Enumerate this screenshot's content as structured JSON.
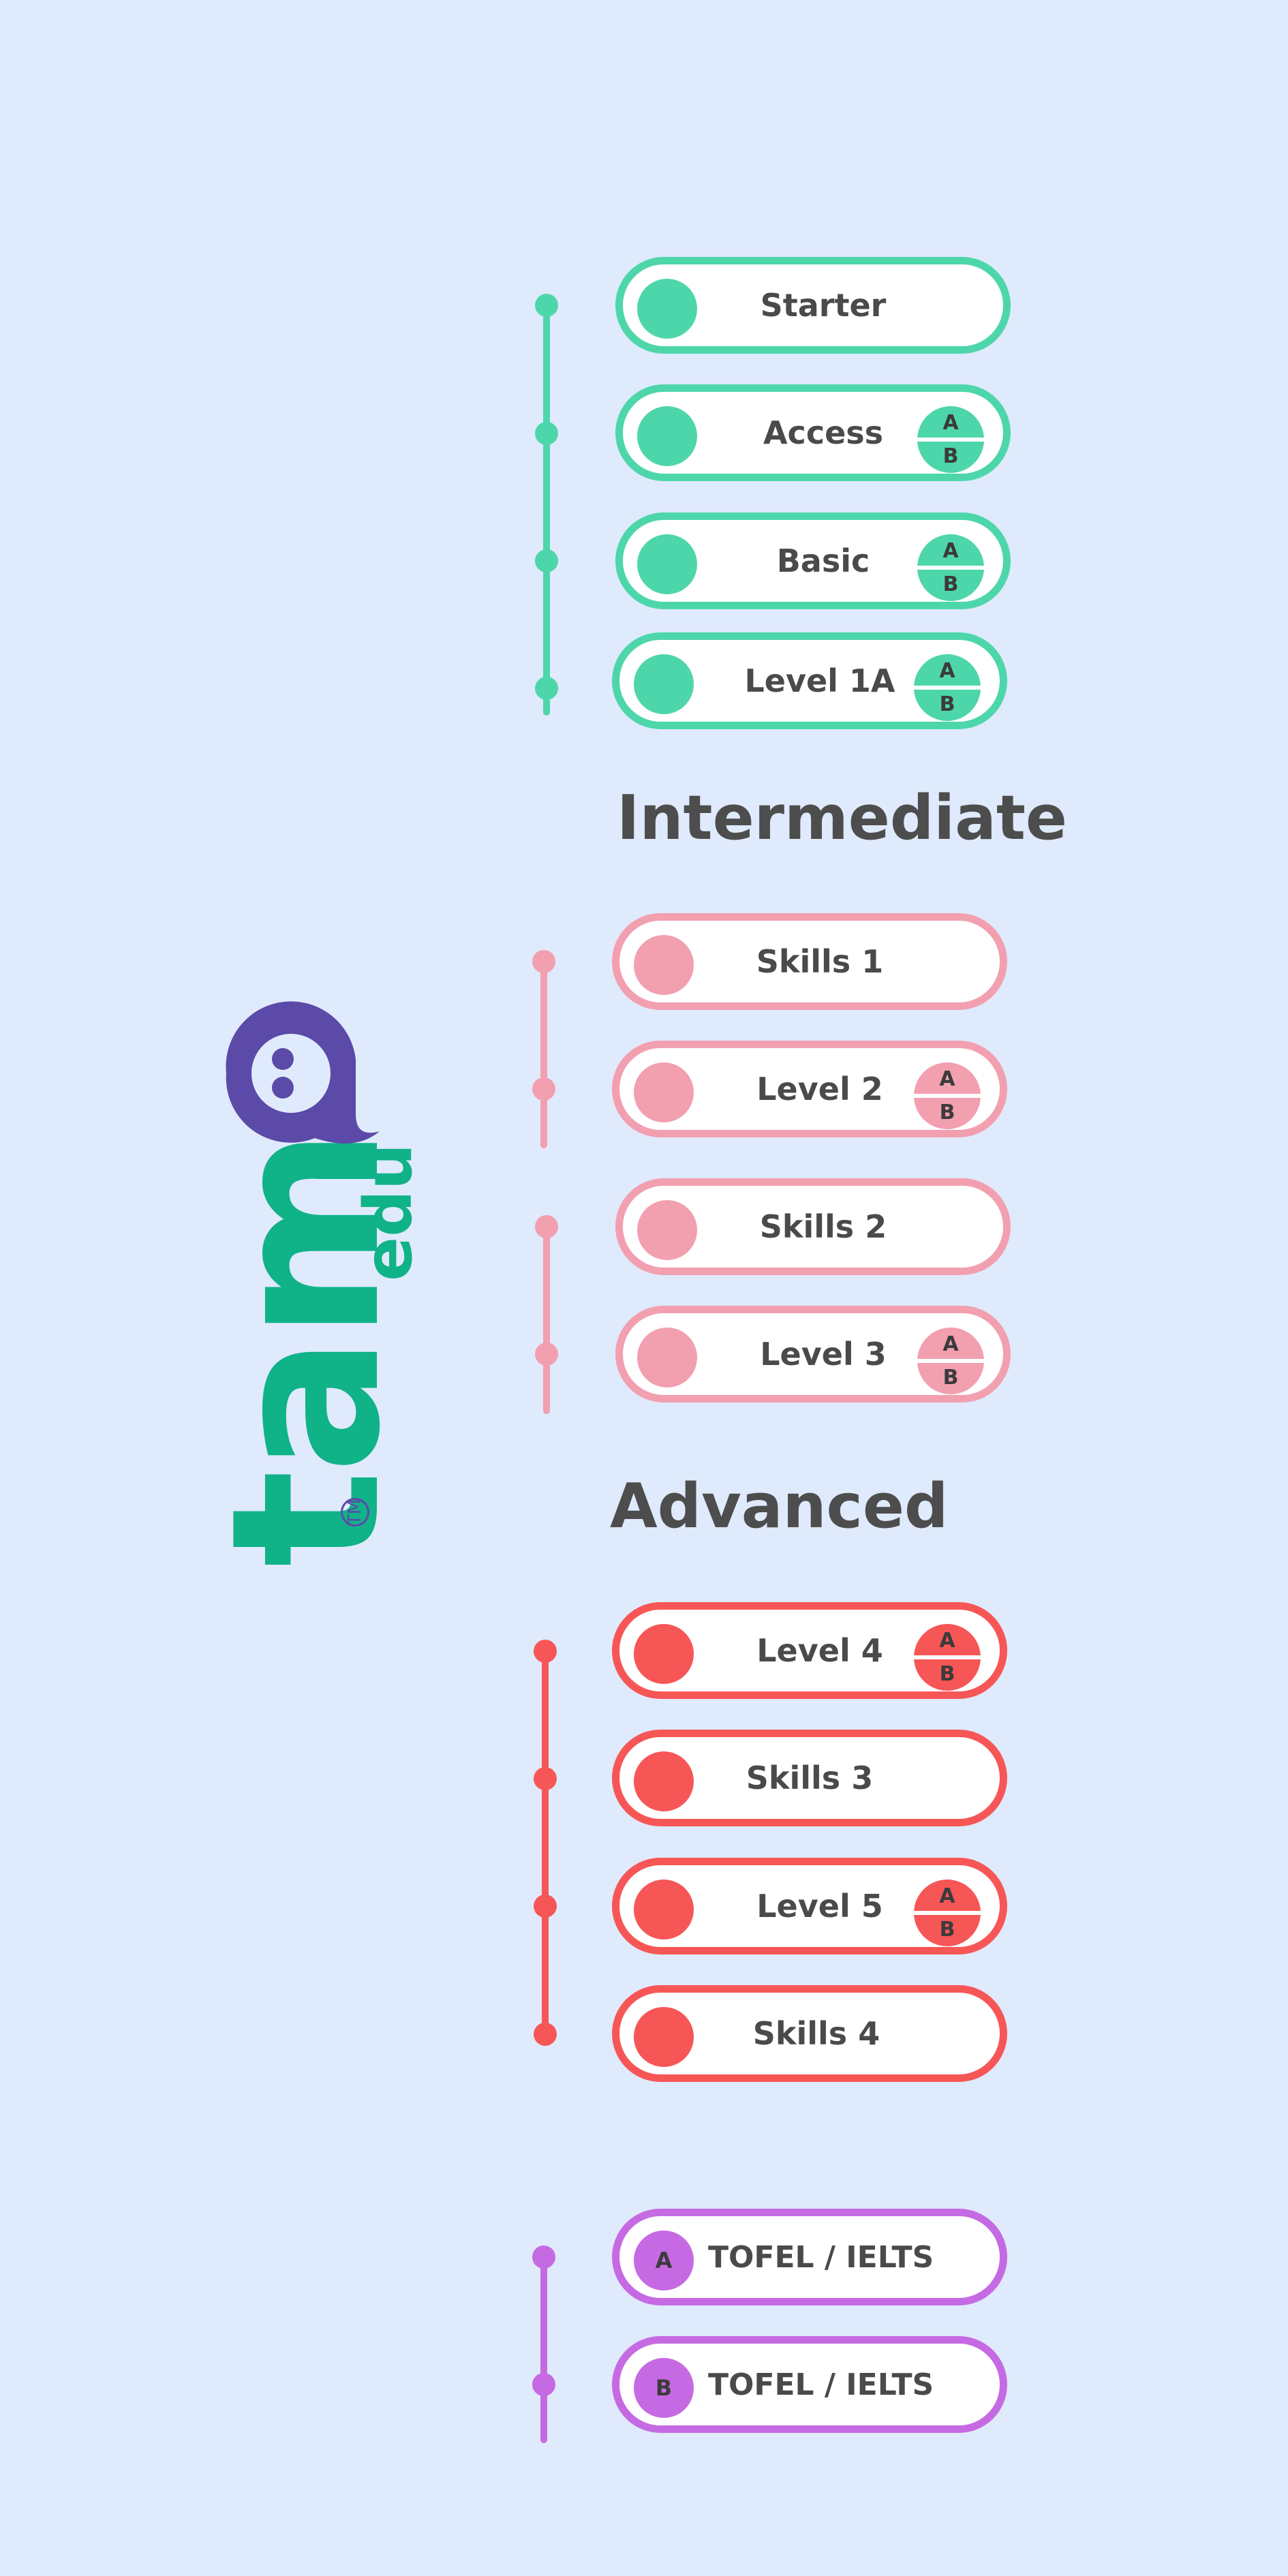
{
  "logo": {
    "brand": "tam",
    "suffix": "edu",
    "trademark": "TM",
    "colors": {
      "brand": "#10b287",
      "bubble": "#5b4aa8"
    }
  },
  "colors": {
    "beginner": "#4ed6ab",
    "intermediate": "#f29fb0",
    "advanced": "#f75656",
    "exam": "#c66ae3",
    "background": "#dfeafc",
    "text": "#4a4a4a"
  },
  "badge": {
    "top": "A",
    "bottom": "B"
  },
  "sections": {
    "intermediate_title": "Intermediate",
    "advanced_title": "Advanced"
  },
  "beginner_levels": [
    {
      "label": "Starter",
      "has_badge": false
    },
    {
      "label": "Access",
      "has_badge": true
    },
    {
      "label": "Basic",
      "has_badge": true
    },
    {
      "label": "Level 1A",
      "has_badge": true
    }
  ],
  "intermediate_levels": [
    {
      "label": "Skills 1",
      "has_badge": false
    },
    {
      "label": "Level 2",
      "has_badge": true
    },
    {
      "label": "Skills 2",
      "has_badge": false
    },
    {
      "label": "Level 3",
      "has_badge": true
    }
  ],
  "advanced_levels": [
    {
      "label": "Level 4",
      "has_badge": true
    },
    {
      "label": "Skills 3",
      "has_badge": false
    },
    {
      "label": "Level 5",
      "has_badge": true
    },
    {
      "label": "Skills 4",
      "has_badge": false
    }
  ],
  "exam_levels": [
    {
      "letter": "A",
      "label": "TOFEL / IELTS"
    },
    {
      "letter": "B",
      "label": "TOFEL / IELTS"
    }
  ]
}
